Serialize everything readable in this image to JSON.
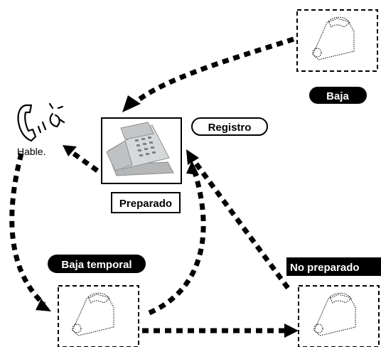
{
  "labels": {
    "registro": "Registro",
    "preparado": "Preparado",
    "baja": "Baja",
    "baja_temporal": "Baja temporal",
    "no_preparado": "No preparado",
    "hable": "Hable."
  },
  "icons": {
    "main_phone": "desk-phone-icon",
    "handset": "handset-icon",
    "talking_phone": "talking-handset-icon"
  },
  "colors": {
    "arrow": "#000000",
    "pill_dark": "#000000",
    "pill_text_light": "#ffffff",
    "phone_body": "#c9cbcc",
    "background": "#ffffff"
  }
}
